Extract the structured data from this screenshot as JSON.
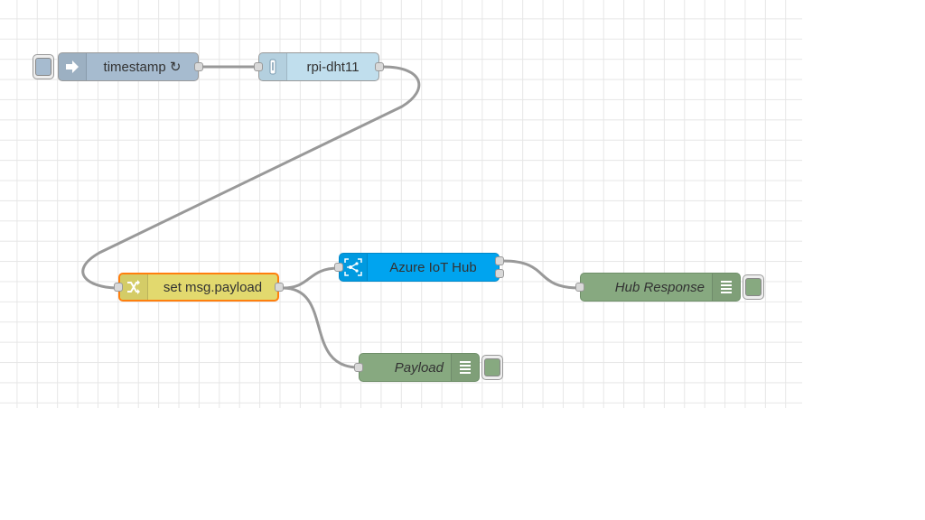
{
  "flow": {
    "nodes": {
      "timestamp": {
        "label": "timestamp ↻",
        "color": "#a6bbcf",
        "icon": "arrow-right-icon"
      },
      "rpi": {
        "label": "rpi-dht11",
        "color": "#c0deed",
        "icon": "sensor-icon"
      },
      "set": {
        "label": "set msg.payload",
        "color": "#e2d96e",
        "selected_border": "#ff7f0e",
        "icon": "shuffle-icon"
      },
      "azure": {
        "label": "Azure IoT Hub",
        "color": "#00a4ef",
        "icon": "azure-iot-icon"
      },
      "hub_response": {
        "label": "Hub Response",
        "color": "#87a980",
        "icon": "debug-list-icon"
      },
      "payload": {
        "label": "Payload",
        "color": "#87a980",
        "icon": "debug-list-icon"
      }
    },
    "colors": {
      "wire": "#999999",
      "grid_line": "#e6e6e6",
      "port_fill": "#d9d9d9"
    }
  }
}
